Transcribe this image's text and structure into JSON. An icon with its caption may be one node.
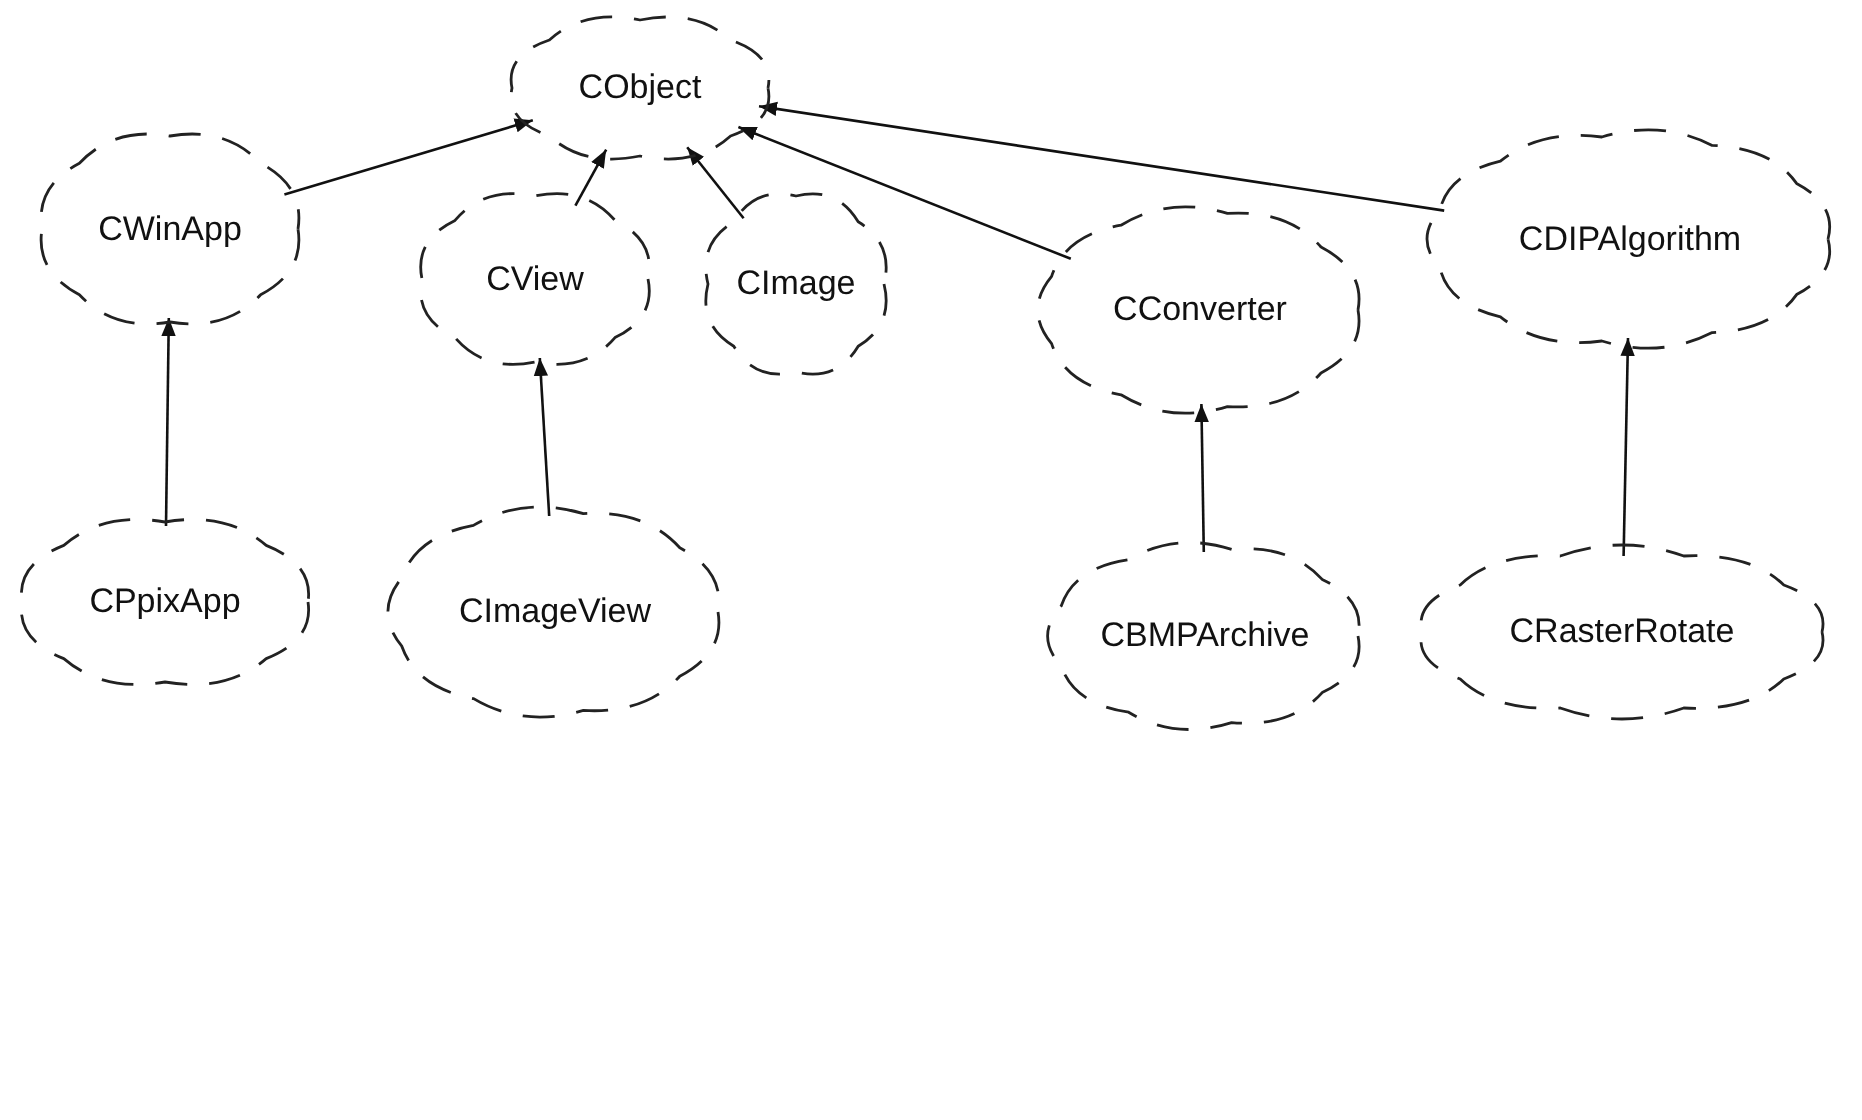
{
  "diagram": {
    "nodes": [
      {
        "text": [
          "CObject"
        ]
      },
      {
        "text": [
          "CWinApp"
        ]
      },
      {
        "text": [
          "CView"
        ]
      },
      {
        "text": [
          "CImage"
        ]
      },
      {
        "text": [
          "CConverter"
        ]
      },
      {
        "text": [
          "CDIPAlgorithm"
        ]
      },
      {
        "text": [
          "CPpixApp"
        ]
      },
      {
        "text": [
          "CImageView"
        ]
      },
      {
        "text": [
          "CBMPArchive"
        ]
      },
      {
        "text": [
          "CRasterRotate"
        ]
      }
    ],
    "edges": [
      {
        "from": 1,
        "to": 0,
        "arrow": "to"
      },
      {
        "from": 2,
        "to": 0,
        "arrow": "to"
      },
      {
        "from": 3,
        "to": 0,
        "arrow": "to"
      },
      {
        "from": 4,
        "to": 0,
        "arrow": "to"
      },
      {
        "from": 5,
        "to": 0,
        "arrow": "to"
      },
      {
        "from": 6,
        "to": 1,
        "arrow": "to"
      },
      {
        "from": 7,
        "to": 2,
        "arrow": "to"
      },
      {
        "from": 8,
        "to": 4,
        "arrow": "to"
      },
      {
        "from": 9,
        "to": 5,
        "arrow": "to"
      }
    ]
  }
}
